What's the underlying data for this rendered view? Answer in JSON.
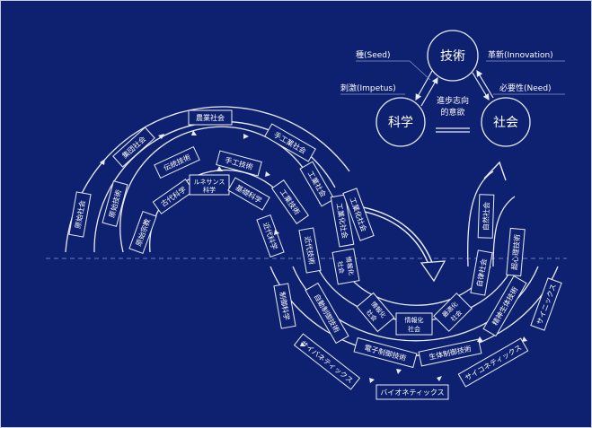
{
  "triad": {
    "top": "技術",
    "left": "科学",
    "right": "社会",
    "center_line1": "進歩志向",
    "center_line2": "的意欲",
    "edge_seed": "種(Seed)",
    "edge_innovation": "革新(Innovation)",
    "edge_impetus": "刺激(Impetus)",
    "edge_need": "必要性(Need)"
  },
  "outer": {
    "n1": "原始社会",
    "n2": "集団社会",
    "n3": "農業社会",
    "n4": "手工業社会",
    "n5": "工業社会",
    "n6": "工業化社会",
    "n7": "情報化社会",
    "n8": "最適化社会",
    "n9": "自律社会",
    "n10": "自然社会"
  },
  "middle": {
    "n1": "原始技術",
    "n2": "伝統技術",
    "n3": "手工技術",
    "n4": "工業技術",
    "n5": "近代技術",
    "n6": "自動制御技術",
    "n7": "電子制御技術",
    "n8": "生体制御技術",
    "n9": "精神生体技術",
    "n10": "超心理技術"
  },
  "inner": {
    "n1": "原始宗教",
    "n2": "古代科学",
    "n3_a": "ルネサンス",
    "n3_b": "科学",
    "n4": "基礎科学",
    "n5": "近代科学",
    "n6": "制御科学",
    "n7": "サイバネティックス",
    "n8": "バイオネティックス",
    "n9": "サイコネティックス",
    "n10": "サイニックス"
  },
  "vertical": {
    "kogyoka": "工業化社会",
    "joho_a": "情報化",
    "joho_b": "社会",
    "jouhou2_a": "情報化",
    "jouhou2_b": "社会",
    "saiteki_a": "最適化",
    "saiteki_b": "社会"
  },
  "colors": {
    "background": "#0e2170",
    "line": "#e8ecf8",
    "text": "#ffffff"
  }
}
